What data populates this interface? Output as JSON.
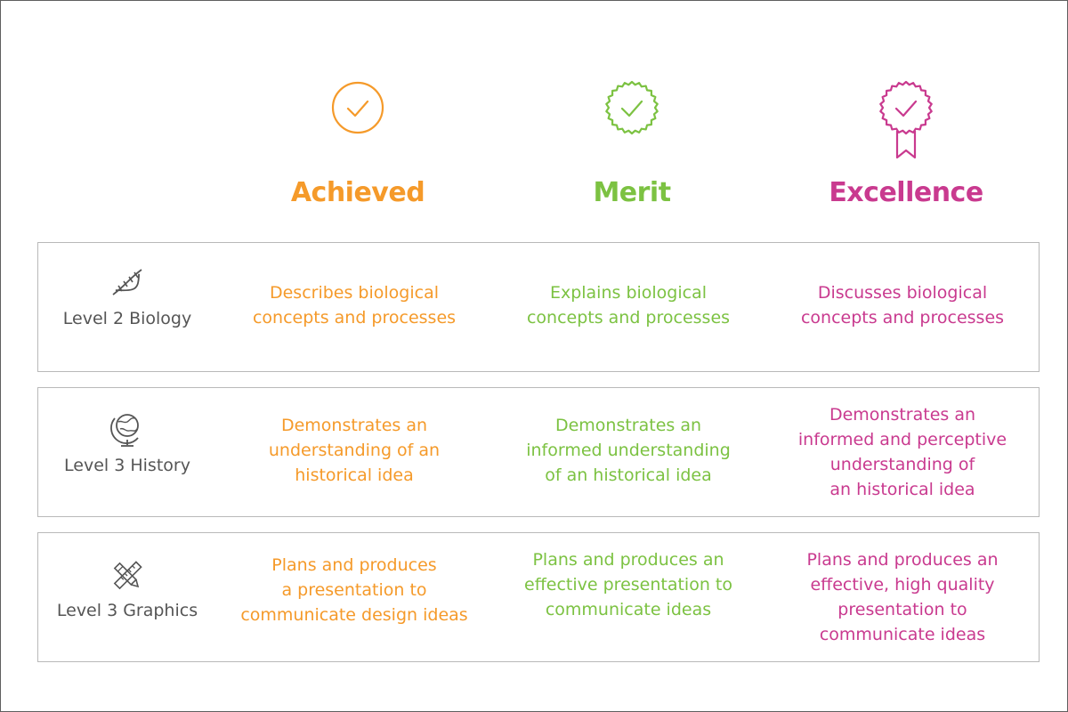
{
  "columns": [
    {
      "key": "achieved",
      "title": "Achieved",
      "color": "#f59a2a",
      "icon": "check-circle-icon"
    },
    {
      "key": "merit",
      "title": "Merit",
      "color": "#7cc242",
      "icon": "check-badge-icon"
    },
    {
      "key": "excellence",
      "title": "Excellence",
      "color": "#c93a8f",
      "icon": "award-ribbon-icon"
    }
  ],
  "rows": [
    {
      "subject": "Level 2 Biology",
      "icon": "dna-icon",
      "achieved": "Describes biological\nconcepts and processes",
      "merit": "Explains biological\nconcepts and processes",
      "excellence": "Discusses biological\nconcepts and processes"
    },
    {
      "subject": "Level 3 History",
      "icon": "globe-icon",
      "achieved": "Demonstrates an\nunderstanding of an\nhistorical idea",
      "merit": "Demonstrates an\ninformed understanding\nof an historical idea",
      "excellence": "Demonstrates an\ninformed and perceptive\nunderstanding of\nan historical idea"
    },
    {
      "subject": "Level 3 Graphics",
      "icon": "pencil-ruler-icon",
      "achieved": "Plans and produces\na presentation to\ncommunicate design ideas",
      "merit": "Plans and produces an\neffective presentation to\ncommunicate ideas",
      "excellence": "Plans and produces an\neffective, high quality\npresentation to\ncommunicate ideas"
    }
  ]
}
